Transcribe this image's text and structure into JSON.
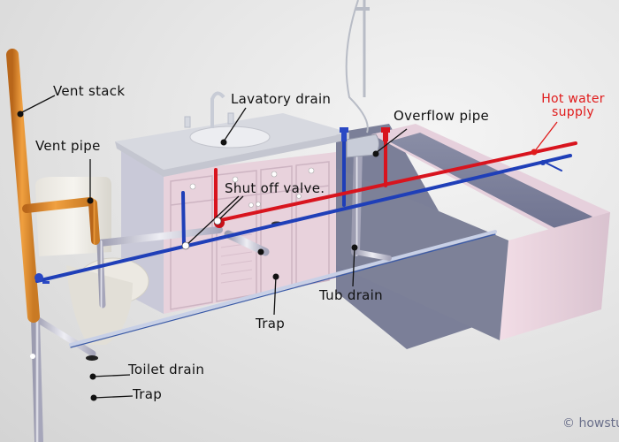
{
  "diagram": {
    "title": "Bathroom plumbing system",
    "labels": {
      "vent_stack": "Vent stack",
      "vent_pipe": "Vent pipe",
      "lavatory_drain": "Lavatory drain",
      "overflow_pipe": "Overflow pipe",
      "hot_water_supply_line1": "Hot water",
      "hot_water_supply_line2": "supply",
      "shut_off_valve": "Shut off valve.",
      "trap_vanity": "Trap",
      "tub_drain": "Tub drain",
      "toilet_drain": "Toilet drain",
      "trap_toilet": "Trap"
    },
    "copyright": "© howstu",
    "colors": {
      "hot_pipe": "#d8141e",
      "cold_pipe": "#1f3fb8",
      "vent_pipe": "#e8952c",
      "drain_pipe": "#c9cad6",
      "vanity": "#e8d2dc",
      "tub": "#e9d4de",
      "label_hot": "#e01b1b",
      "label": "#111111"
    }
  }
}
